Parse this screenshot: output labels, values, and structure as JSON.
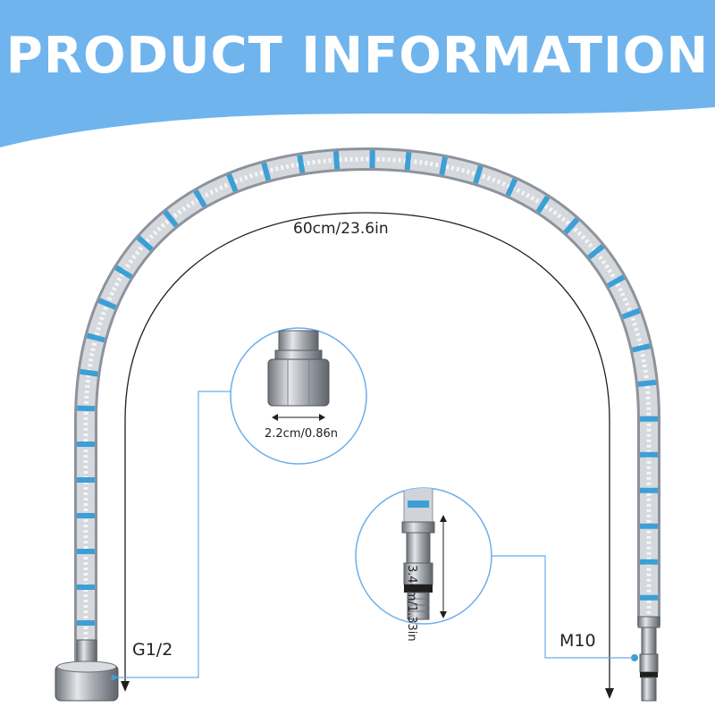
{
  "header": {
    "title": "PRODUCT INFORMATION",
    "bg_color": "#70b4ee"
  },
  "dimensions": {
    "length_label": "60cm/23.6in",
    "left_connector_label": "G1/2",
    "right_connector_label": "M10",
    "nut_width_label": "2.2cm/0.86n",
    "pin_height_label": "3.4cm/1.33in"
  },
  "colors": {
    "hose": "#c8ccd3",
    "hose_stripe": "#3c9fd6",
    "callout_line": "#6aaeea",
    "metal": "#9a9ea6"
  }
}
